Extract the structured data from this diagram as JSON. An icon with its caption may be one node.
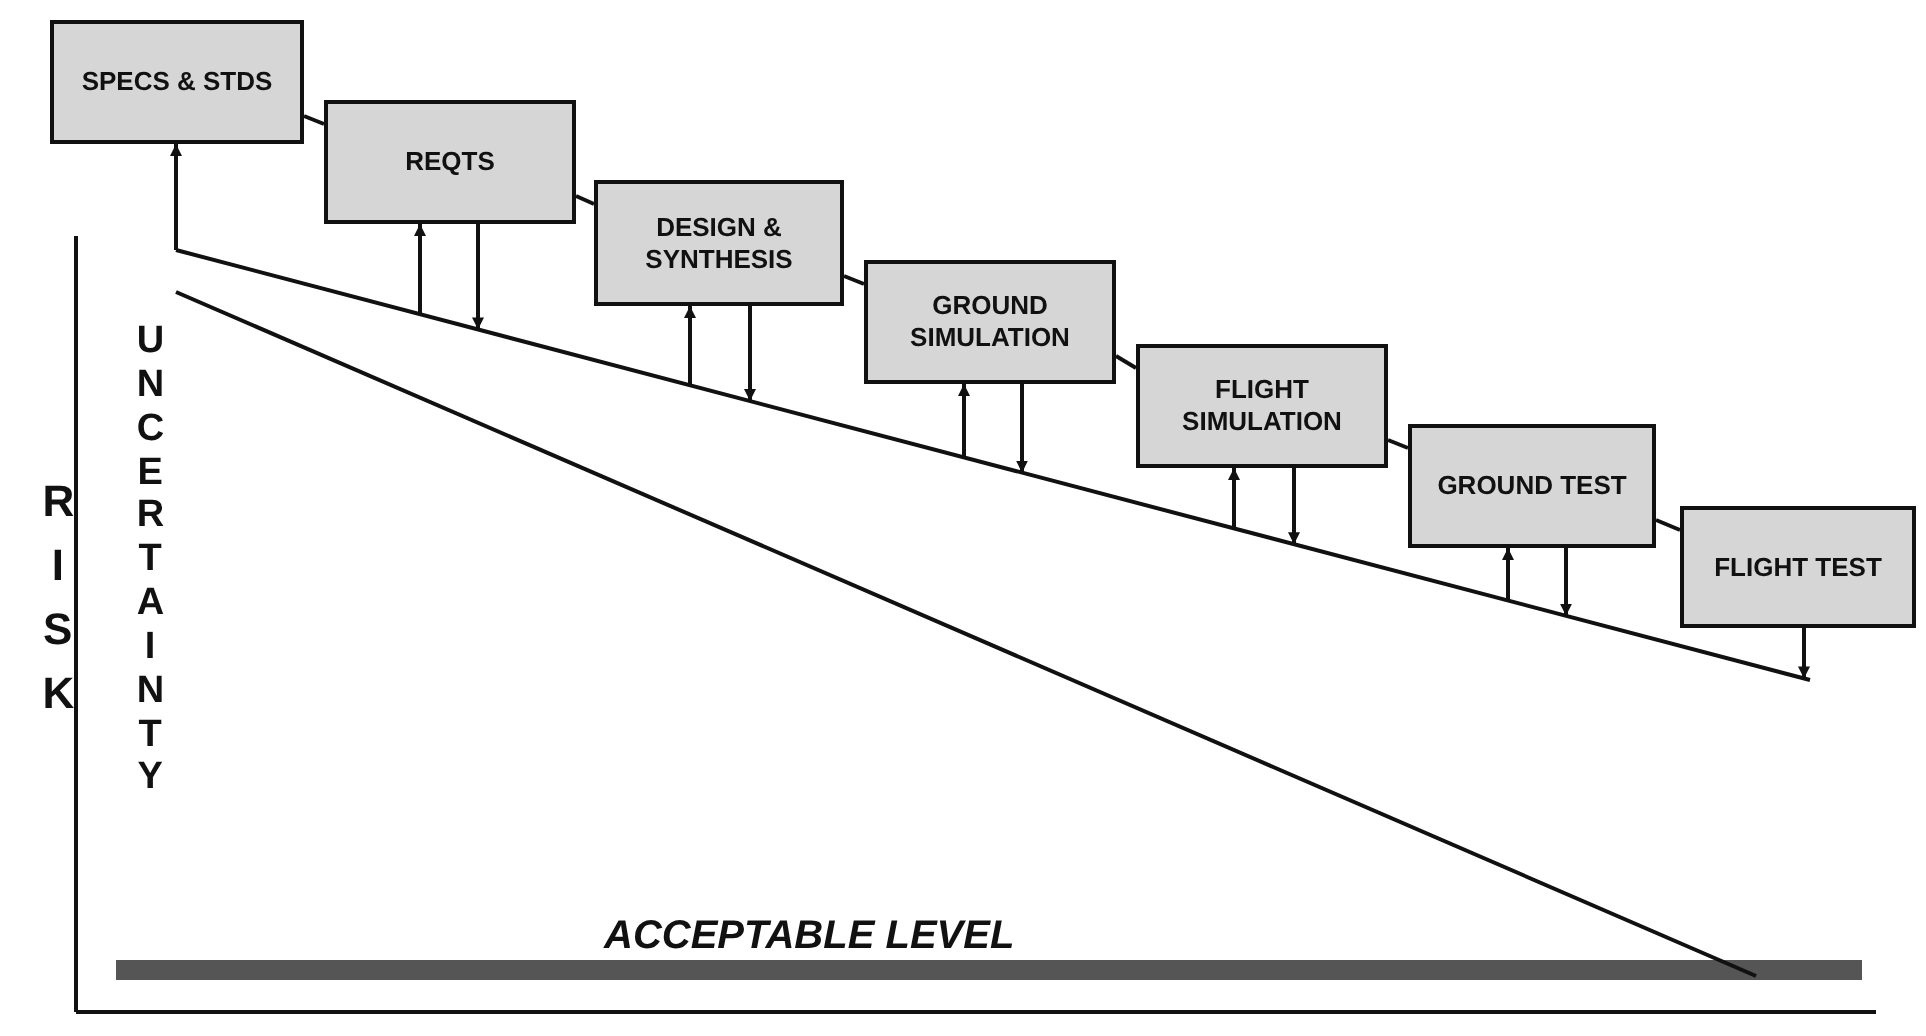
{
  "diagram": {
    "nodes": [
      {
        "text": [
          "SPECS & STDS"
        ]
      },
      {
        "text": [
          "REQTS"
        ]
      },
      {
        "text": [
          "DESIGN & SYNTHESIS"
        ]
      },
      {
        "text": [
          "GROUND SIMULATION"
        ]
      },
      {
        "text": [
          "FLIGHT SIMULATION"
        ]
      },
      {
        "text": [
          "GROUND TEST"
        ]
      },
      {
        "text": [
          "FLIGHT TEST"
        ]
      }
    ],
    "edges": [
      {
        "from": 0,
        "to": 1,
        "arrow": "none"
      },
      {
        "from": 1,
        "to": 2,
        "arrow": "none"
      },
      {
        "from": 2,
        "to": 3,
        "arrow": "none"
      },
      {
        "from": 3,
        "to": 4,
        "arrow": "none"
      },
      {
        "from": 4,
        "to": 5,
        "arrow": "none"
      },
      {
        "from": 5,
        "to": 6,
        "arrow": "none"
      },
      {
        "from": null,
        "to": 0,
        "arrow": "to"
      },
      {
        "from": null,
        "to": 1,
        "arrow": "to"
      },
      {
        "from": 1,
        "to": null,
        "arrow": "to"
      },
      {
        "from": null,
        "to": 2,
        "arrow": "to"
      },
      {
        "from": 2,
        "to": null,
        "arrow": "to"
      },
      {
        "from": null,
        "to": 3,
        "arrow": "to"
      },
      {
        "from": 3,
        "to": null,
        "arrow": "to"
      },
      {
        "from": null,
        "to": 4,
        "arrow": "to"
      },
      {
        "from": 4,
        "to": null,
        "arrow": "to"
      },
      {
        "from": null,
        "to": 5,
        "arrow": "to"
      },
      {
        "from": 5,
        "to": null,
        "arrow": "to"
      },
      {
        "from": 6,
        "to": null,
        "arrow": "to"
      }
    ],
    "labels": [
      "RISK",
      "UNCERTAINTY",
      "ACCEPTABLE LEVEL"
    ]
  }
}
